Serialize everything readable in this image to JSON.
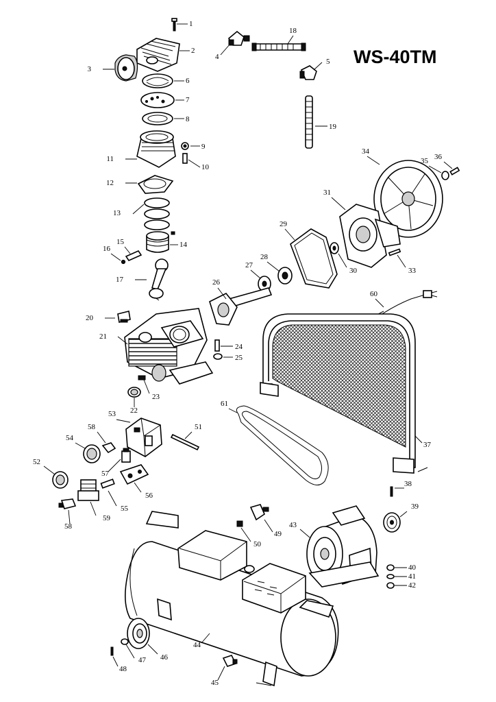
{
  "model_title": "WS-40TM",
  "callouts": [
    {
      "n": "1"
    },
    {
      "n": "2"
    },
    {
      "n": "3"
    },
    {
      "n": "4"
    },
    {
      "n": "5"
    },
    {
      "n": "6"
    },
    {
      "n": "7"
    },
    {
      "n": "8"
    },
    {
      "n": "9"
    },
    {
      "n": "10"
    },
    {
      "n": "11"
    },
    {
      "n": "12"
    },
    {
      "n": "13"
    },
    {
      "n": "14"
    },
    {
      "n": "15"
    },
    {
      "n": "16"
    },
    {
      "n": "17"
    },
    {
      "n": "18"
    },
    {
      "n": "19"
    },
    {
      "n": "20"
    },
    {
      "n": "21"
    },
    {
      "n": "22"
    },
    {
      "n": "23"
    },
    {
      "n": "24"
    },
    {
      "n": "25"
    },
    {
      "n": "26"
    },
    {
      "n": "27"
    },
    {
      "n": "28"
    },
    {
      "n": "29"
    },
    {
      "n": "30"
    },
    {
      "n": "31"
    },
    {
      "n": "33"
    },
    {
      "n": "34"
    },
    {
      "n": "35"
    },
    {
      "n": "36"
    },
    {
      "n": "37"
    },
    {
      "n": "38"
    },
    {
      "n": "39"
    },
    {
      "n": "40"
    },
    {
      "n": "41"
    },
    {
      "n": "42"
    },
    {
      "n": "43"
    },
    {
      "n": "44"
    },
    {
      "n": "45"
    },
    {
      "n": "46"
    },
    {
      "n": "47"
    },
    {
      "n": "48"
    },
    {
      "n": "49"
    },
    {
      "n": "50"
    },
    {
      "n": "51"
    },
    {
      "n": "52"
    },
    {
      "n": "53"
    },
    {
      "n": "54"
    },
    {
      "n": "55"
    },
    {
      "n": "56"
    },
    {
      "n": "57"
    },
    {
      "n": "58"
    },
    {
      "n": "58"
    },
    {
      "n": "59"
    },
    {
      "n": "60"
    },
    {
      "n": "61"
    }
  ]
}
